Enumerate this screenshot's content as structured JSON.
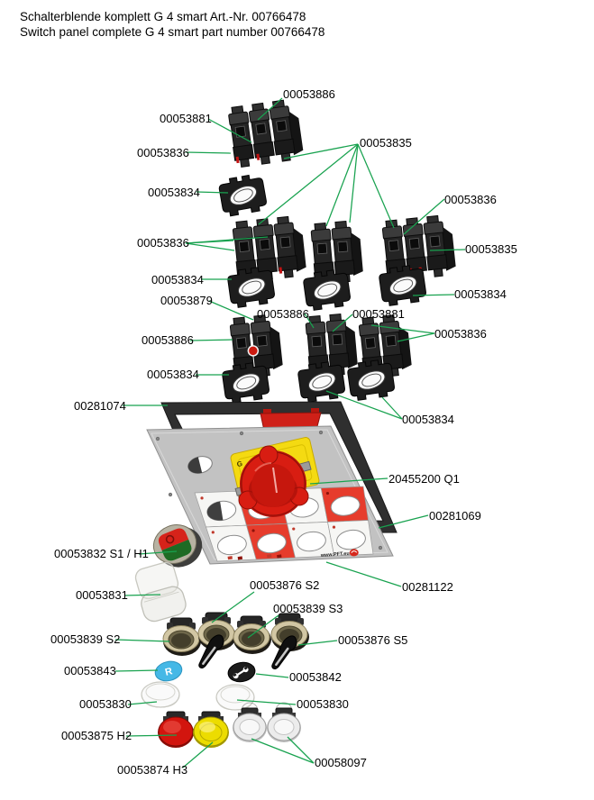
{
  "title": {
    "line1": "Schalterblende komplett G 4 smart Art.-Nr. 00766478",
    "line2": "Switch panel complete G 4 smart part number 00766478"
  },
  "labels": [
    "00053886",
    "00053881",
    "00053836",
    "00053835",
    "00053834",
    "00053836",
    "00053834",
    "00053836",
    "00053835",
    "00053834",
    "00053879",
    "00053886",
    "00053881",
    "00053836",
    "00053886",
    "00053834",
    "00281074",
    "00053834",
    "20455200 Q1",
    "00281069",
    "00053832 S1 / H1",
    "00053831",
    "00053876 S2",
    "00053839 S3",
    "00281122",
    "00053839 S2",
    "00053876 S5",
    "00053843",
    "00053842",
    "00053830",
    "00053830",
    "00053875 H2",
    "00053874 H3",
    "00058097"
  ],
  "panel": {
    "plate_marking": "G",
    "brand_text": "www.PFT.eu"
  },
  "discs": {
    "reverse_marking": "R"
  },
  "colors": {
    "leader": "#18a24f",
    "label_text": "#000000",
    "panel_grey": "#c2c2c2",
    "gasket_black": "#2f2f2f",
    "switch_red": "#d81d12",
    "plate_yellow": "#f4da12",
    "sticker_red": "#e63c2c",
    "disc_cyan": "#45b8e6",
    "button_red": "#d2150e",
    "button_yellow": "#ecdc00",
    "rocker_red": "#d6231a",
    "rocker_green": "#1e6b24"
  }
}
